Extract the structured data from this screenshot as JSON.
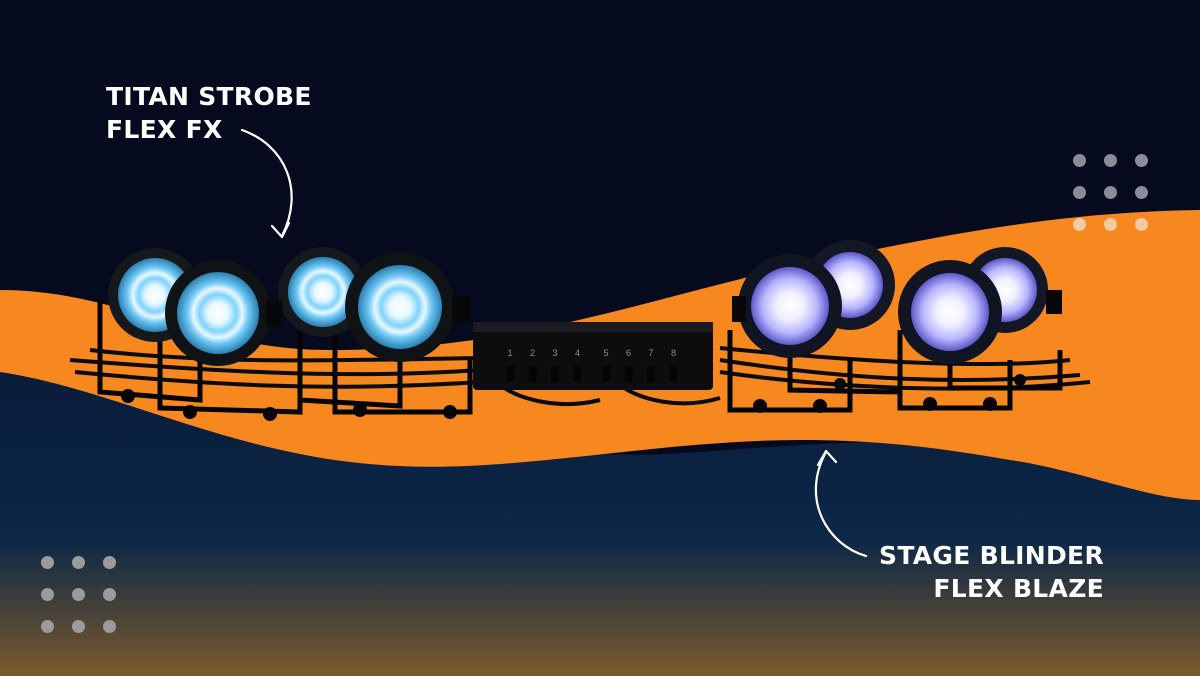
{
  "labels": {
    "left": "TITAN STROBE\nFLEX FX",
    "right": "STAGE BLINDER\nFLEX BLAZE"
  },
  "controller": {
    "channels": [
      "1",
      "2",
      "3",
      "4",
      "5",
      "6",
      "7",
      "8"
    ]
  },
  "colors": {
    "navy": "#050a1e",
    "orange": "#f7871f",
    "bottom_navy": "#0b2343",
    "bottom_bronze": "#7a5a2c",
    "strobe_glow": "#aee6ff",
    "blinder_glow": "#c9c8ff",
    "dot_gray": "#8a8c99",
    "dot_peach": "#f4c9a6"
  },
  "icons": {
    "left_arrow": "curved-arrow-down-icon",
    "right_arrow": "curved-arrow-up-icon"
  }
}
